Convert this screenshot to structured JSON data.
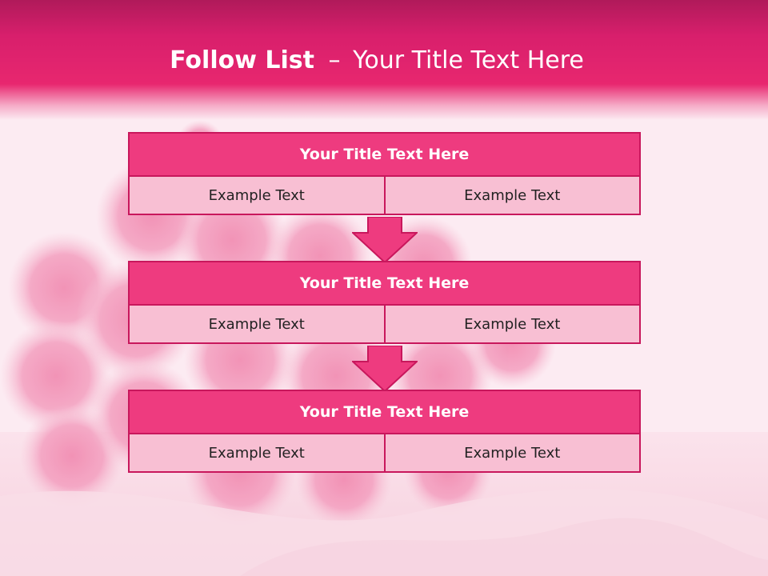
{
  "slide": {
    "title_bold": "Follow List",
    "title_separator": "–",
    "title_rest": "Your Title Text Here"
  },
  "blocks": [
    {
      "title": "Your Title Text Here",
      "cells": [
        "Example Text",
        "Example Text"
      ]
    },
    {
      "title": "Your Title Text Here",
      "cells": [
        "Example Text",
        "Example Text"
      ]
    },
    {
      "title": "Your Title Text Here",
      "cells": [
        "Example Text",
        "Example Text"
      ]
    }
  ],
  "colors": {
    "header": "#d81f6c",
    "block_title_fill": "#ee3b7f",
    "cell_fill": "#f8bfd3",
    "border": "#c8175c",
    "background": "#fbe9f0"
  },
  "icons": [
    "down-arrow-icon"
  ]
}
